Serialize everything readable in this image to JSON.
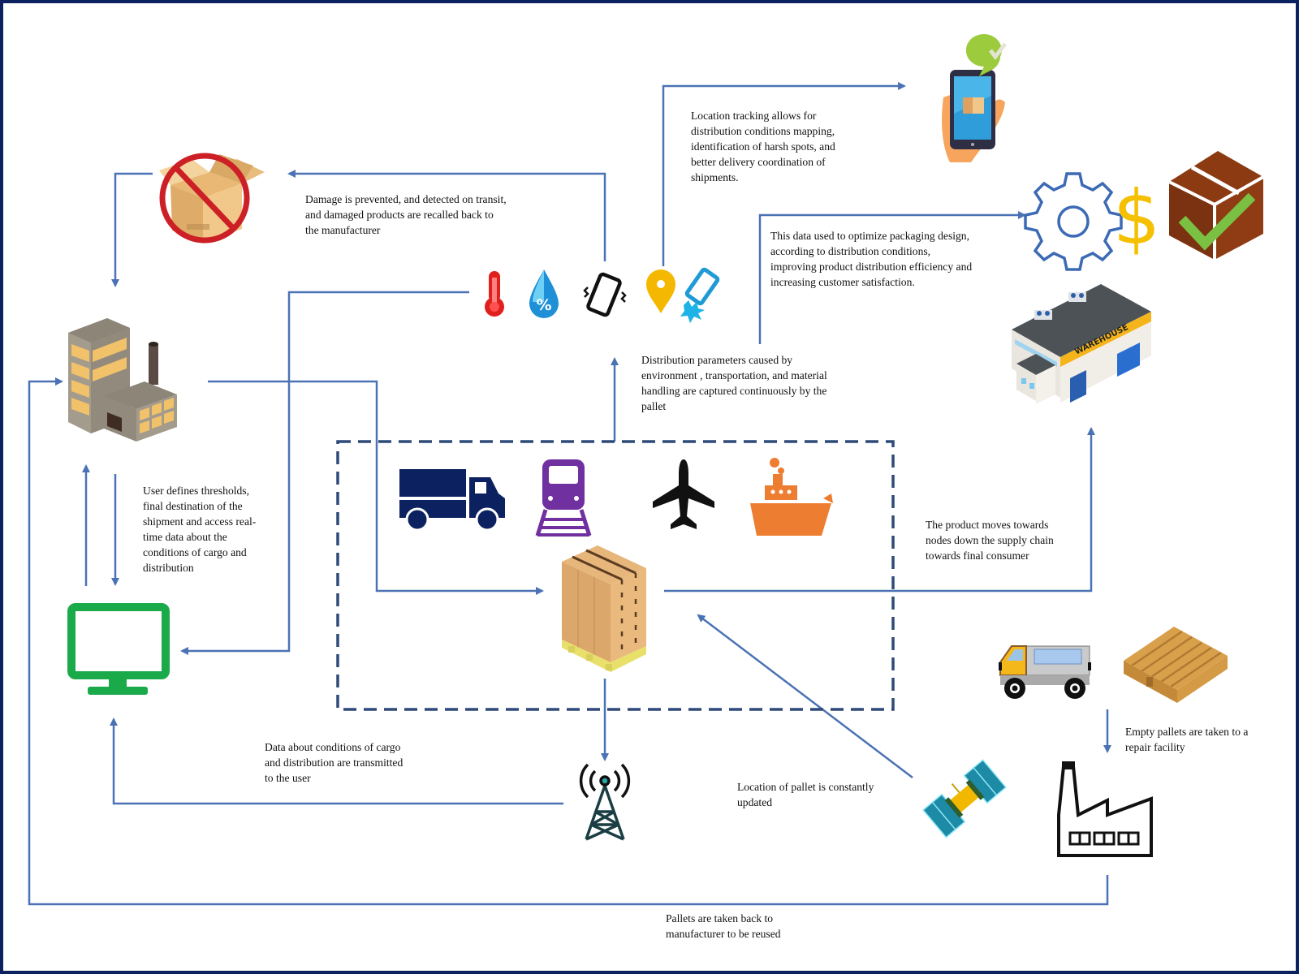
{
  "diagram": {
    "type": "supply-chain-flow",
    "colors": {
      "frame": "#0c2160",
      "arrow": "#4a72b4",
      "dashed_box": "#2f4a78",
      "truck": "#0c2160",
      "train": "#7030a0",
      "plane": "#111111",
      "ship": "#ed7d31",
      "monitor": "#1aaa4a",
      "thermometer": "#e0201c",
      "humidity": "#1e90d8",
      "location_pin": "#f5b800",
      "dollar": "#f5c000",
      "gear": "#3c6ab4",
      "box_brown": "#8b3a12",
      "check_green": "#7ac143"
    },
    "nodes": [
      {
        "id": "manufacturer",
        "icon": "factory-building-icon"
      },
      {
        "id": "damage-prohibited",
        "icon": "no-damaged-box-icon"
      },
      {
        "id": "user-monitor",
        "icon": "monitor-icon"
      },
      {
        "id": "sensors",
        "icons": [
          "thermometer-icon",
          "humidity-icon",
          "vibration-phone-icon",
          "location-pin-icon",
          "drop-impact-icon"
        ]
      },
      {
        "id": "mobile-tracking",
        "icon": "phone-in-hand-icon"
      },
      {
        "id": "optimization",
        "icons": [
          "gear-icon",
          "dollar-icon",
          "box-check-icon"
        ]
      },
      {
        "id": "warehouse",
        "icon": "warehouse-icon",
        "sign": "WAREHOUSE"
      },
      {
        "id": "transport-modes",
        "icons": [
          "truck-icon",
          "train-icon",
          "airplane-icon",
          "ship-icon"
        ]
      },
      {
        "id": "pallet",
        "icon": "loaded-pallet-icon"
      },
      {
        "id": "cell-tower",
        "icon": "cell-tower-icon"
      },
      {
        "id": "satellite",
        "icon": "satellite-icon"
      },
      {
        "id": "return-truck",
        "icon": "delivery-van-icon"
      },
      {
        "id": "empty-pallet",
        "icon": "empty-pallet-icon"
      },
      {
        "id": "repair-facility",
        "icon": "factory-outline-icon"
      }
    ],
    "labels": {
      "location_tracking": "Location tracking allows for\ndistribution conditions mapping,\nidentification of harsh spots, and\nbetter delivery coordination of\nshipments.",
      "damage_prevented": "Damage is prevented, and detected on transit,\nand damaged products are recalled back to\nthe manufacturer",
      "data_optimize": "This data used to optimize packaging design,\naccording to distribution conditions,\nimproving product distribution efficiency and\nincreasing customer satisfaction.",
      "distribution_params": "Distribution parameters caused by\nenvironment , transportation, and material\nhandling are captured continuously by the\npallet",
      "user_defines": "User defines thresholds,\nfinal destination of the\nshipment and access real-\ntime data about the\nconditions of cargo and\ndistribution",
      "product_moves": "The product moves towards\nnodes down the supply chain\ntowards final consumer",
      "data_transmitted": "Data about conditions of cargo\nand distribution are transmitted\nto the  user",
      "location_updated": "Location of pallet is constantly\nupdated",
      "empty_pallets": "Empty pallets are taken to a\nrepair facility",
      "pallets_back": "Pallets are taken back to\nmanufacturer to be reused"
    }
  }
}
